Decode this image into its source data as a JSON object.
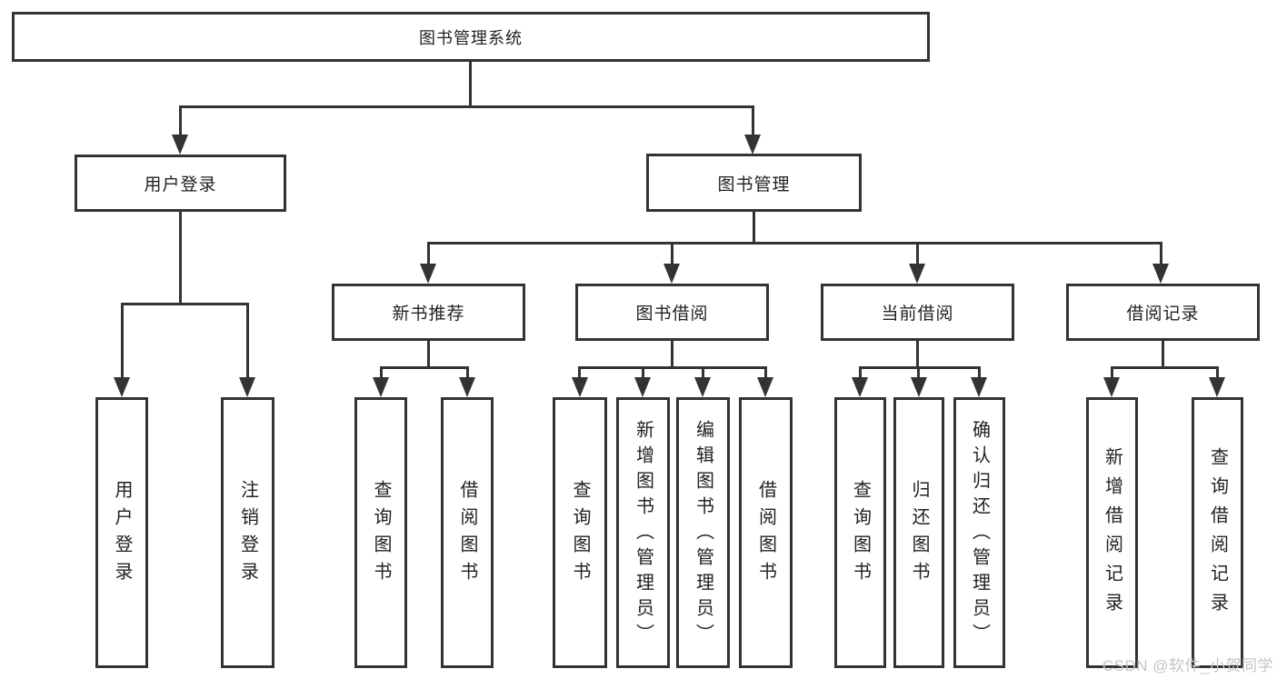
{
  "colors": {
    "line": "#333333",
    "box_border": "#333333",
    "box_fill": "#ffffff",
    "text": "#222222",
    "watermark_text": "#c2c6c9"
  },
  "watermark": "CSDN @软件_小贺同学",
  "tree": {
    "root": {
      "label": "图书管理系统",
      "children": [
        {
          "label": "用户登录",
          "children": [
            {
              "label": "用户登录"
            },
            {
              "label": "注销登录"
            }
          ]
        },
        {
          "label": "图书管理",
          "children": [
            {
              "label": "新书推荐",
              "children": [
                {
                  "label": "查询图书"
                },
                {
                  "label": "借阅图书"
                }
              ]
            },
            {
              "label": "图书借阅",
              "children": [
                {
                  "label": "查询图书"
                },
                {
                  "label": "新增图书（管理员）"
                },
                {
                  "label": "编辑图书（管理员）"
                },
                {
                  "label": "借阅图书"
                }
              ]
            },
            {
              "label": "当前借阅",
              "children": [
                {
                  "label": "查询图书"
                },
                {
                  "label": "归还图书"
                },
                {
                  "label": "确认归还（管理员）"
                }
              ]
            },
            {
              "label": "借阅记录",
              "children": [
                {
                  "label": "新增借阅记录"
                },
                {
                  "label": "查询借阅记录"
                }
              ]
            }
          ]
        }
      ]
    }
  }
}
